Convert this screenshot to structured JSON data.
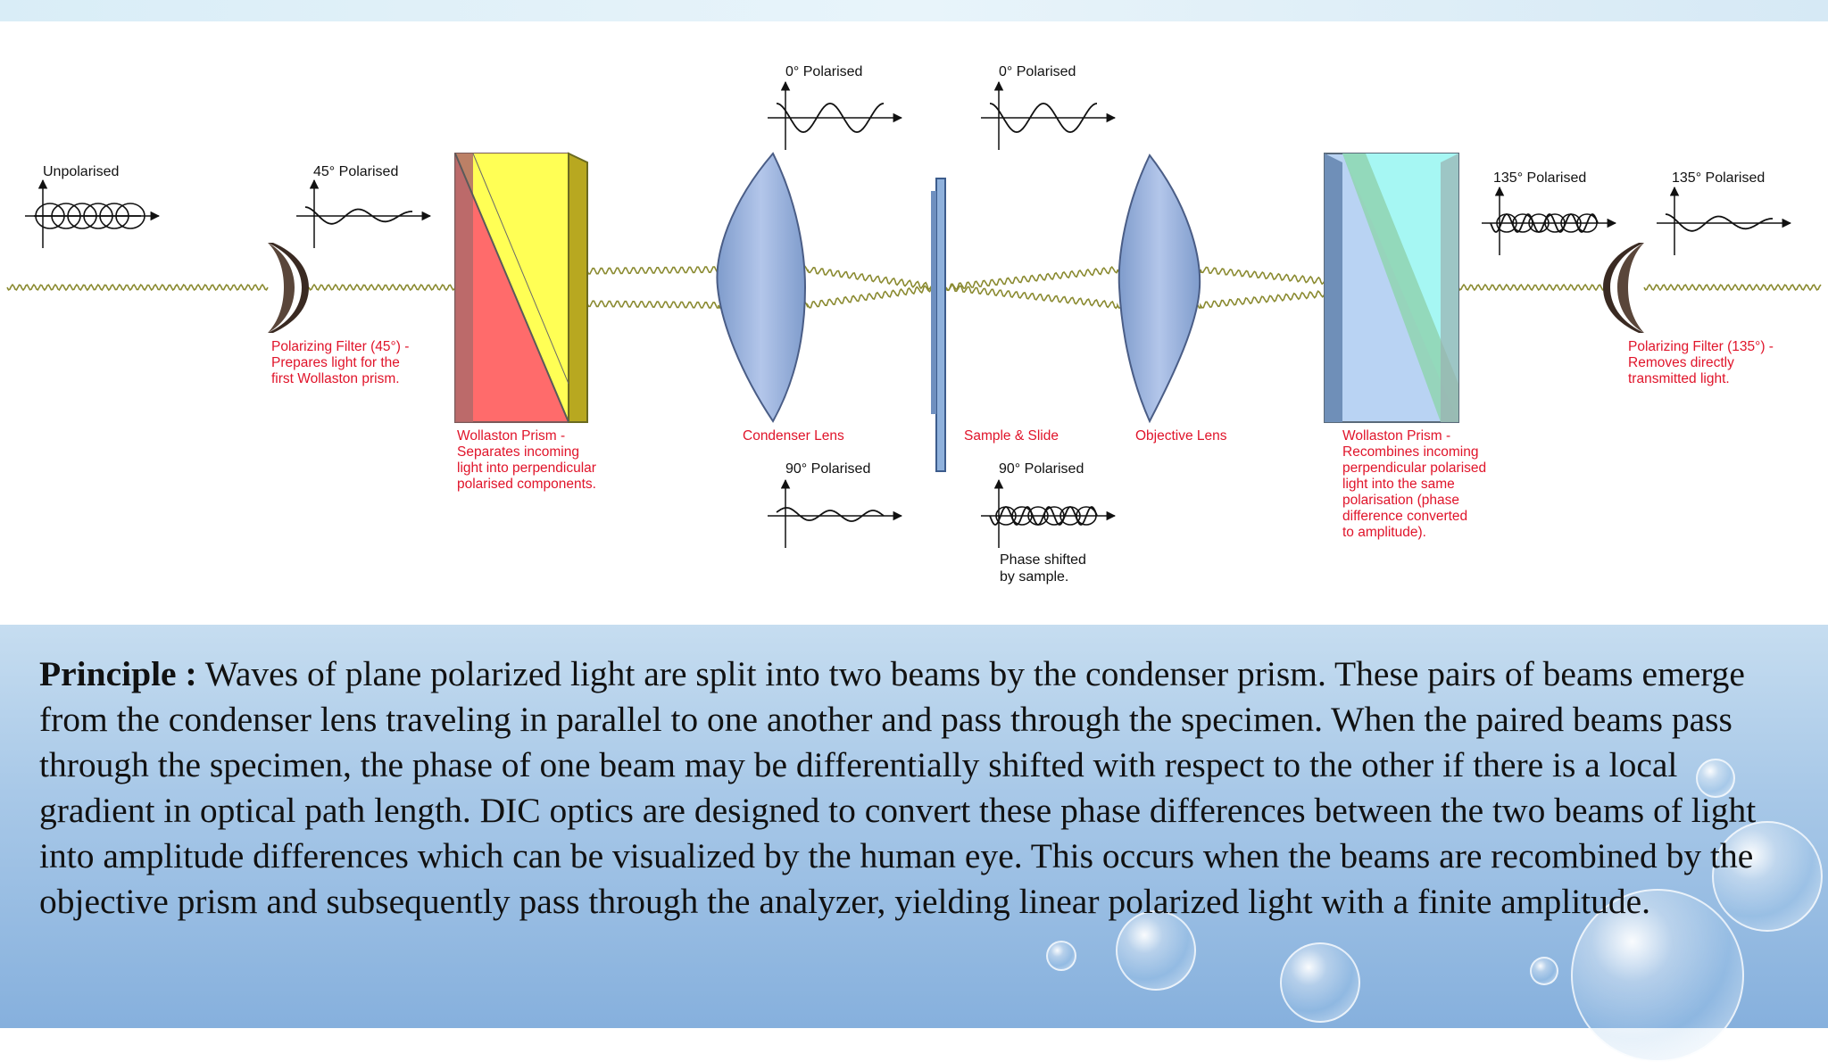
{
  "diagram": {
    "wave_labels": {
      "unpolarised": "Unpolarised",
      "pol45": "45° Polarised",
      "pol0_a": "0° Polarised",
      "pol0_b": "0° Polarised",
      "pol90_a": "90° Polarised",
      "pol90_b": "90° Polarised",
      "pol135_a": "135° Polarised",
      "pol135_b": "135° Polarised"
    },
    "phase_note": [
      "Phase shifted",
      "by sample."
    ],
    "components": {
      "polarizer": [
        "Polarizing Filter (45°) -",
        "Prepares light for the",
        "first Wollaston prism."
      ],
      "wollaston1": [
        "Wollaston Prism -",
        "Separates incoming",
        "light into perpendicular",
        "polarised components."
      ],
      "condenser": "Condenser Lens",
      "sample": "Sample & Slide",
      "objective": "Objective Lens",
      "wollaston2": [
        "Wollaston Prism -",
        "Recombines incoming",
        "perpendicular polarised",
        "light into the same",
        "polarisation (phase",
        "difference converted",
        "to amplitude)."
      ],
      "analyzer": [
        "Polarizing Filter (135°) -",
        "Removes directly",
        "transmitted light."
      ]
    }
  },
  "principle": {
    "heading": "Principle :",
    "body": " Waves of plane polarized light are split into two beams by the condenser prism. These pairs of beams emerge from the condenser lens traveling in parallel to one another and pass through the specimen. When the paired beams pass through the specimen, the phase of one beam may be differentially shifted with respect to the other if there is a local gradient in optical path length. DIC optics are designed to convert these phase differences between the two beams of light into amplitude differences which can be visualized by the human eye. This occurs when the beams are recombined by the objective prism and subsequently pass through the analyzer, yielding linear polarized light with a finite amplitude."
  },
  "colors": {
    "label_red": "#e0142a",
    "lens_blue": "#8ea9d6",
    "prism1_red": "#ff6b6b",
    "prism1_yellow": "#ffff55",
    "prism2_blue": "#b9d3f3",
    "prism2_cyan": "#a6f7f3",
    "beam": "#8a8a30"
  }
}
